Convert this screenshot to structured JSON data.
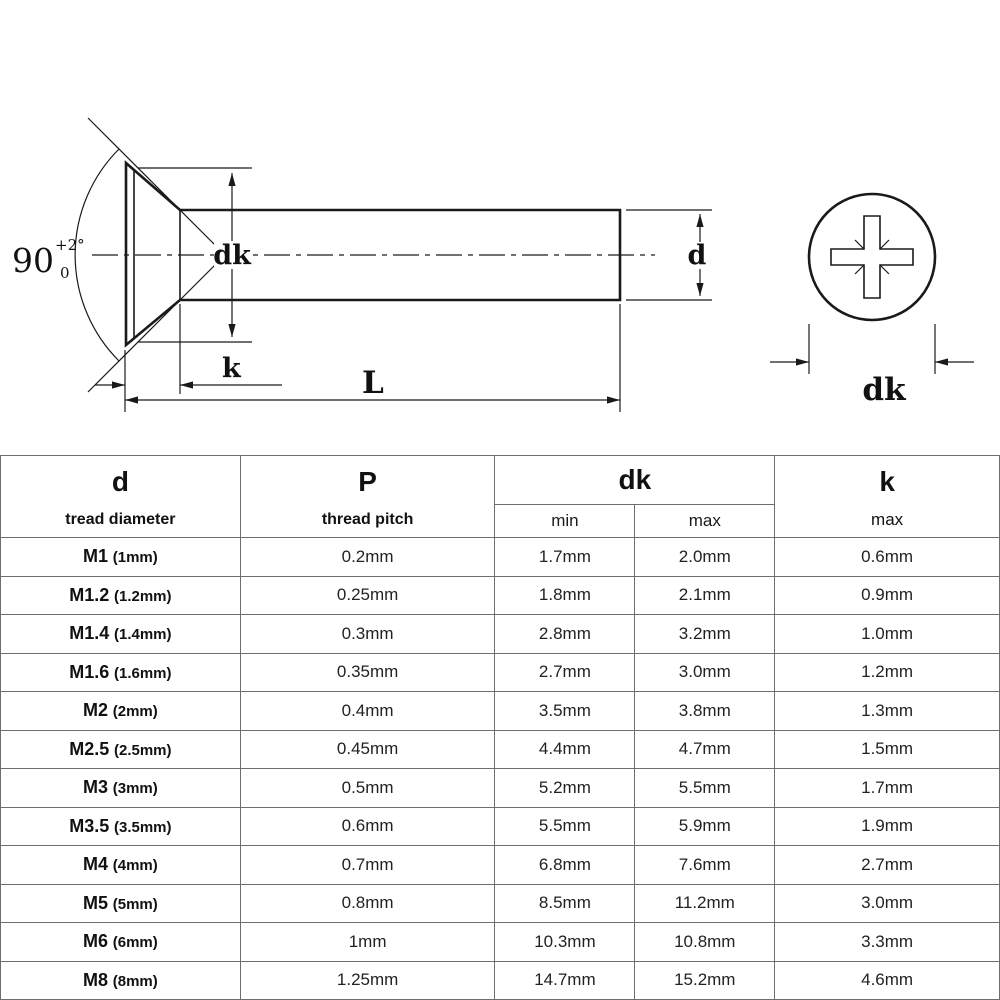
{
  "drawing": {
    "angle": {
      "value": "90",
      "tol_plus": "+2°",
      "tol_minus": "0"
    },
    "labels": {
      "dk_head": "dk",
      "d_shaft": "d",
      "k_height": "k",
      "length": "L",
      "dk_top_view": "dk"
    }
  },
  "table": {
    "header": {
      "d": "d",
      "d_sub": "tread diameter",
      "p": "P",
      "p_sub": "thread pitch",
      "dk": "dk",
      "dk_min": "min",
      "dk_max": "max",
      "k": "k",
      "k_sub": "max"
    },
    "rows": [
      {
        "size": "M1",
        "nominal": "(1mm)",
        "pitch": "0.2mm",
        "dk_min": "1.7mm",
        "dk_max": "2.0mm",
        "k_max": "0.6mm"
      },
      {
        "size": "M1.2",
        "nominal": "(1.2mm)",
        "pitch": "0.25mm",
        "dk_min": "1.8mm",
        "dk_max": "2.1mm",
        "k_max": "0.9mm"
      },
      {
        "size": "M1.4",
        "nominal": "(1.4mm)",
        "pitch": "0.3mm",
        "dk_min": "2.8mm",
        "dk_max": "3.2mm",
        "k_max": "1.0mm"
      },
      {
        "size": "M1.6",
        "nominal": "(1.6mm)",
        "pitch": "0.35mm",
        "dk_min": "2.7mm",
        "dk_max": "3.0mm",
        "k_max": "1.2mm"
      },
      {
        "size": "M2",
        "nominal": "(2mm)",
        "pitch": "0.4mm",
        "dk_min": "3.5mm",
        "dk_max": "3.8mm",
        "k_max": "1.3mm"
      },
      {
        "size": "M2.5",
        "nominal": "(2.5mm)",
        "pitch": "0.45mm",
        "dk_min": "4.4mm",
        "dk_max": "4.7mm",
        "k_max": "1.5mm"
      },
      {
        "size": "M3",
        "nominal": "(3mm)",
        "pitch": "0.5mm",
        "dk_min": "5.2mm",
        "dk_max": "5.5mm",
        "k_max": "1.7mm"
      },
      {
        "size": "M3.5",
        "nominal": "(3.5mm)",
        "pitch": "0.6mm",
        "dk_min": "5.5mm",
        "dk_max": "5.9mm",
        "k_max": "1.9mm"
      },
      {
        "size": "M4",
        "nominal": "(4mm)",
        "pitch": "0.7mm",
        "dk_min": "6.8mm",
        "dk_max": "7.6mm",
        "k_max": "2.7mm"
      },
      {
        "size": "M5",
        "nominal": "(5mm)",
        "pitch": "0.8mm",
        "dk_min": "8.5mm",
        "dk_max": "11.2mm",
        "k_max": "3.0mm"
      },
      {
        "size": "M6",
        "nominal": "(6mm)",
        "pitch": "1mm",
        "dk_min": "10.3mm",
        "dk_max": "10.8mm",
        "k_max": "3.3mm"
      },
      {
        "size": "M8",
        "nominal": "(8mm)",
        "pitch": "1.25mm",
        "dk_min": "14.7mm",
        "dk_max": "15.2mm",
        "k_max": "4.6mm"
      }
    ]
  },
  "colors": {
    "line": "#1a1a1a",
    "table_border": "#6e6e6e",
    "text": "#111111",
    "background": "#ffffff"
  }
}
